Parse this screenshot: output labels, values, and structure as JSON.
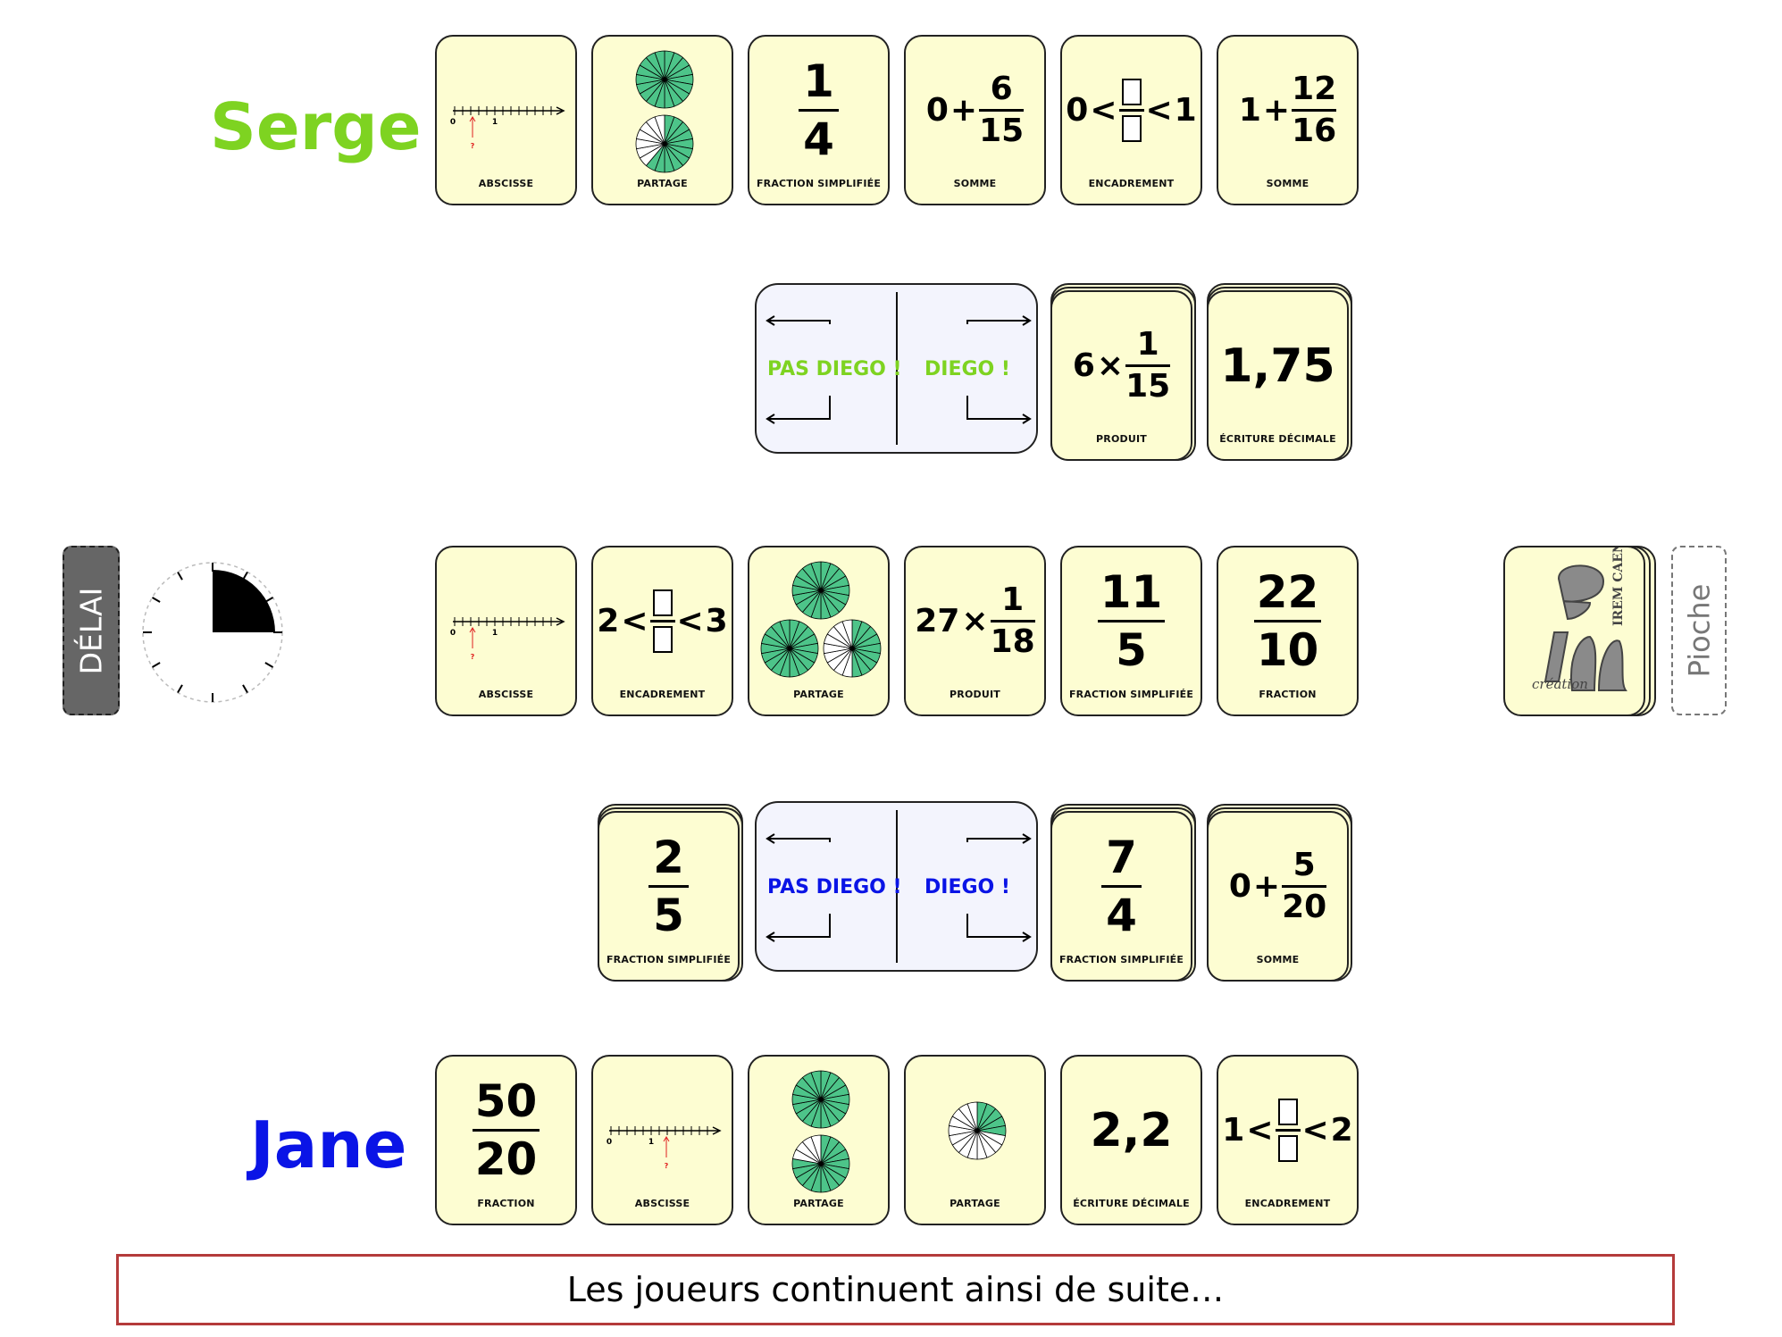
{
  "players": {
    "top": {
      "name": "Serge",
      "color": "#7ed321"
    },
    "bottom": {
      "name": "Jane",
      "color": "#0a14e6"
    }
  },
  "serge_hand": [
    {
      "label": "ABSCISSE",
      "kind": "axis",
      "axis_labels": [
        "0",
        "1",
        "?"
      ]
    },
    {
      "label": "PARTAGE",
      "kind": "pies2"
    },
    {
      "label": "FRACTION SIMPLIFIÉE",
      "kind": "frac",
      "num": "1",
      "den": "4"
    },
    {
      "label": "SOMME",
      "kind": "sum",
      "whole": "0",
      "num": "6",
      "den": "15"
    },
    {
      "label": "ENCADREMENT",
      "kind": "bracket",
      "low": "0",
      "high": "1"
    },
    {
      "label": "SOMME",
      "kind": "sum",
      "whole": "1",
      "num": "12",
      "den": "16"
    }
  ],
  "serge_board": {
    "diego_left": "PAS DIEGO !",
    "diego_right": "DIEGO !",
    "cards": [
      {
        "label": "PRODUIT",
        "kind": "prod",
        "factor": "6",
        "num": "1",
        "den": "15"
      },
      {
        "label": "ÉCRITURE DÉCIMALE",
        "kind": "dec",
        "value": "1,75"
      }
    ]
  },
  "middle": {
    "delay_label": "DÉLAI",
    "draw_label": "Pioche",
    "logo_text_1": "IREM CAEN",
    "logo_text_2": "création",
    "cards": [
      {
        "label": "ABSCISSE",
        "kind": "axis",
        "axis_labels": [
          "0",
          "1",
          "?"
        ]
      },
      {
        "label": "ENCADREMENT",
        "kind": "bracket",
        "low": "2",
        "high": "3"
      },
      {
        "label": "PARTAGE",
        "kind": "pies3"
      },
      {
        "label": "PRODUIT",
        "kind": "prod",
        "factor": "27",
        "num": "1",
        "den": "18"
      },
      {
        "label": "FRACTION SIMPLIFIÉE",
        "kind": "frac",
        "num": "11",
        "den": "5"
      },
      {
        "label": "FRACTION",
        "kind": "frac",
        "num": "22",
        "den": "10"
      }
    ]
  },
  "jane_board": {
    "diego_left": "PAS DIEGO !",
    "diego_right": "DIEGO !",
    "cards_left": [
      {
        "label": "FRACTION SIMPLIFIÉE",
        "kind": "frac",
        "num": "2",
        "den": "5"
      }
    ],
    "cards_right": [
      {
        "label": "FRACTION SIMPLIFIÉE",
        "kind": "frac",
        "num": "7",
        "den": "4"
      },
      {
        "label": "SOMME",
        "kind": "sum",
        "whole": "0",
        "num": "5",
        "den": "20"
      }
    ]
  },
  "jane_hand": [
    {
      "label": "FRACTION",
      "kind": "frac",
      "num": "50",
      "den": "20"
    },
    {
      "label": "ABSCISSE",
      "kind": "axis2",
      "axis_labels": [
        "0",
        "1",
        "?"
      ]
    },
    {
      "label": "PARTAGE",
      "kind": "pies2b"
    },
    {
      "label": "PARTAGE",
      "kind": "pie1"
    },
    {
      "label": "ÉCRITURE DÉCIMALE",
      "kind": "dec",
      "value": "2,2"
    },
    {
      "label": "ENCADREMENT",
      "kind": "bracket",
      "low": "1",
      "high": "2"
    }
  ],
  "banner": "Les joueurs continuent ainsi de suite…",
  "colors": {
    "card_bg": "#fdfdd2",
    "pie_green": "#4dc489",
    "diego_bg": "#f3f4fd",
    "banner_border": "#b43a3a"
  }
}
